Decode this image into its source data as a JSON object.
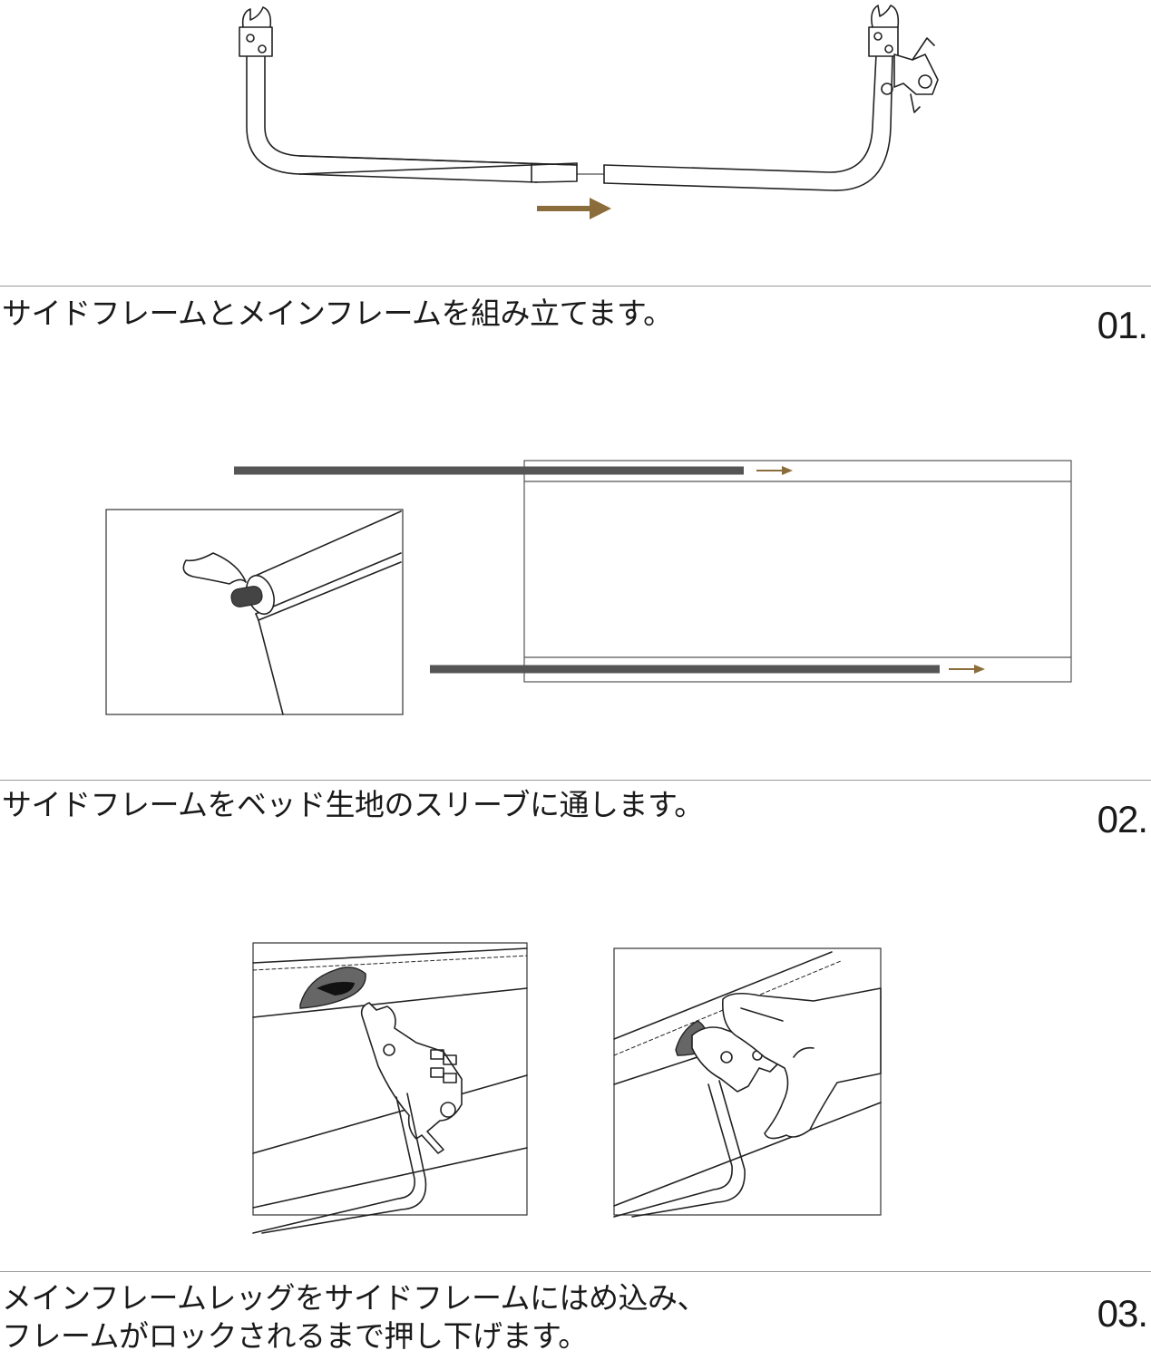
{
  "steps": [
    {
      "number": "01.",
      "caption": "サイドフレームとメインフレームを組み立てます。"
    },
    {
      "number": "02.",
      "caption": "サイドフレームをベッド生地のスリーブに通します。"
    },
    {
      "number": "03.",
      "caption_line1": "メインフレームレッグをサイドフレームにはめ込み、",
      "caption_line2": "フレームがロックされるまで押し下げます。"
    }
  ],
  "colors": {
    "arrow": "#8a6d3b",
    "bar": "#555555",
    "rule": "#9a9a9a"
  }
}
